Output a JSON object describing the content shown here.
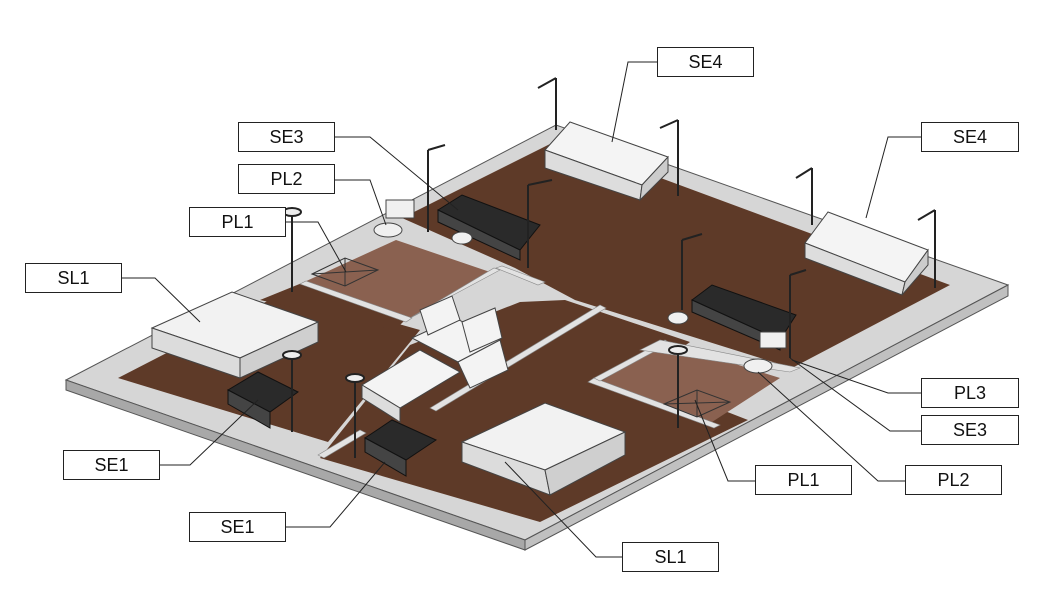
{
  "labels": {
    "se4_top": "SE4",
    "se4_right": "SE4",
    "se3_left": "SE3",
    "pl2_left": "PL2",
    "pl1_left": "PL1",
    "sl1_left": "SL1",
    "se1_left": "SE1",
    "se1_bottom": "SE1",
    "sl1_bottom": "SL1",
    "pl1_bottom": "PL1",
    "pl2_right": "PL2",
    "se3_right": "SE3",
    "pl3_right": "PL3"
  },
  "colors": {
    "floor": "#5e3a28",
    "floor_light": "#8a6150",
    "slab_top": "#d4d4d4",
    "slab_side": "#a6a6a6",
    "walkway": "#e2e2e2",
    "furniture_dark": "#2a2a2a",
    "furniture_light": "#f4f4f4",
    "leader": "#222222"
  }
}
